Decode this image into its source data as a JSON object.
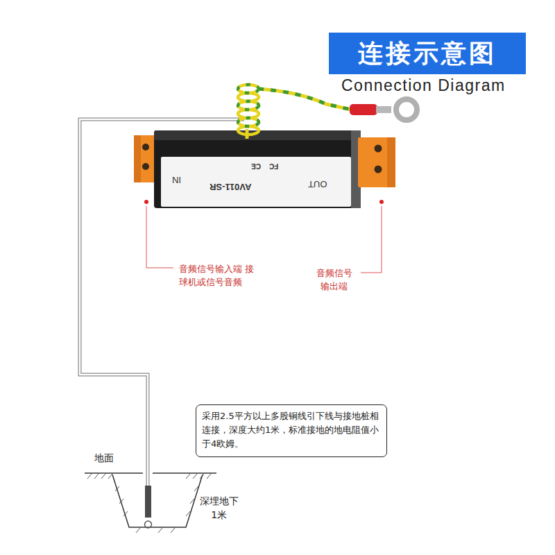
{
  "diagram": {
    "title": "连接示意图",
    "nodes": [
      {
        "text": [
          "IN",
          "AV011-SR",
          "CE",
          "FC",
          "OUT"
        ]
      },
      {
        "text": [
          "采用2.5平方以上多股铜线引下线与接地桩相连接，深度大约1米，标准接地的地电阻值小于4欧姆。"
        ]
      }
    ],
    "labels": [
      "Connection Diagram",
      "音频信号输入端 接球机或信号音频",
      "音频信号 输出端",
      "地面",
      "深埋地下 1米"
    ]
  }
}
